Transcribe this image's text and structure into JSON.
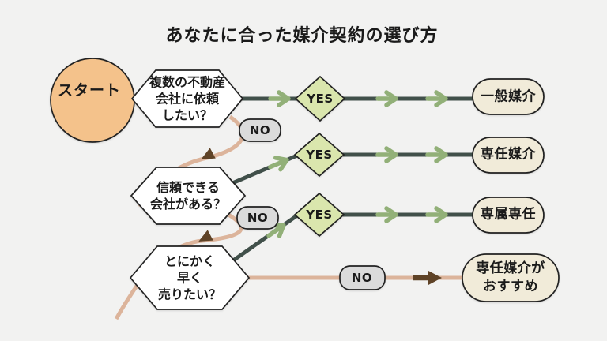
{
  "title": "あなたに合った媒介契約の選び方",
  "start": {
    "label": "スタート"
  },
  "labels": {
    "yes": "YES",
    "no": "NO"
  },
  "questions": [
    {
      "lines": [
        "複数の不動産",
        "会社に依頼",
        "したい？"
      ]
    },
    {
      "lines": [
        "信頼できる",
        "会社がある？"
      ]
    },
    {
      "lines": [
        "とにかく",
        "早く",
        "売りたい？"
      ]
    }
  ],
  "results": [
    {
      "label": "一般媒介"
    },
    {
      "label": "専任媒介"
    },
    {
      "label": "専属専任"
    },
    {
      "lines": [
        "専任媒介が",
        "おすすめ"
      ]
    }
  ],
  "colors": {
    "background": "#f2f2f1",
    "outline": "#222222",
    "start_fill": "#f4c28b",
    "question_fill": "#ffffff",
    "yes_fill": "#dae6ad",
    "no_fill": "#dbdbdb",
    "result_fill": "#f1ebd9",
    "connector_dark": "#41504a",
    "arrow_green": "#92b078",
    "connector_tan": "#dcb49b",
    "arrow_brown": "#5f4327",
    "text": "#1a1a1a"
  }
}
